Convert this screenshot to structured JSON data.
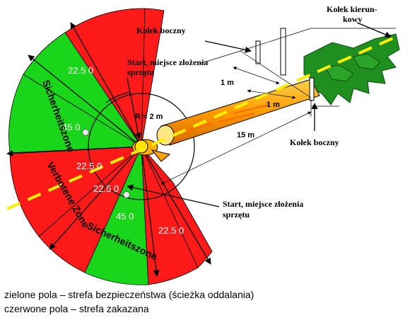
{
  "labels": {
    "side_stake_top": "Kołek boczny",
    "direction_stake_line1": "Kołek kierun-",
    "direction_stake_line2": "kowy",
    "start_top_line1": "Start, miejsce złożenia",
    "start_top_line2": "sprzętu",
    "dist_1m_a": "1 m",
    "dist_1m_b": "1 m",
    "radius": "R = 2 m",
    "dist_15m": "15 m",
    "side_stake_bottom": "Kołek boczny",
    "start_bottom_line1": "Start, miejsce złożenia",
    "start_bottom_line2": "sprzętu"
  },
  "zones": {
    "angle_top_red": "22.5 0",
    "angle_top_green": "45 0",
    "angle_mid_upper": "22.5 0",
    "angle_mid_lower": "22.5 0",
    "angle_bottom_green": "45 0",
    "angle_bottom_red": "22.5 0",
    "safety_zone_top": "Sicherheitszone",
    "forbidden_zone": "Verbotene Zone",
    "safety_zone_bottom": "Sicherheitszone"
  },
  "colors": {
    "forbidden": "#ff1a1a",
    "safety": "#19d61b",
    "trunk": "#ffa000",
    "crown": "#1f8f1f",
    "guide_line": "#ffef00"
  },
  "caption": {
    "line1": "zielone pola – strefa bezpieczeństwa (ścieżka oddalania)",
    "line2": "czerwone pola – strefa zakazana"
  }
}
